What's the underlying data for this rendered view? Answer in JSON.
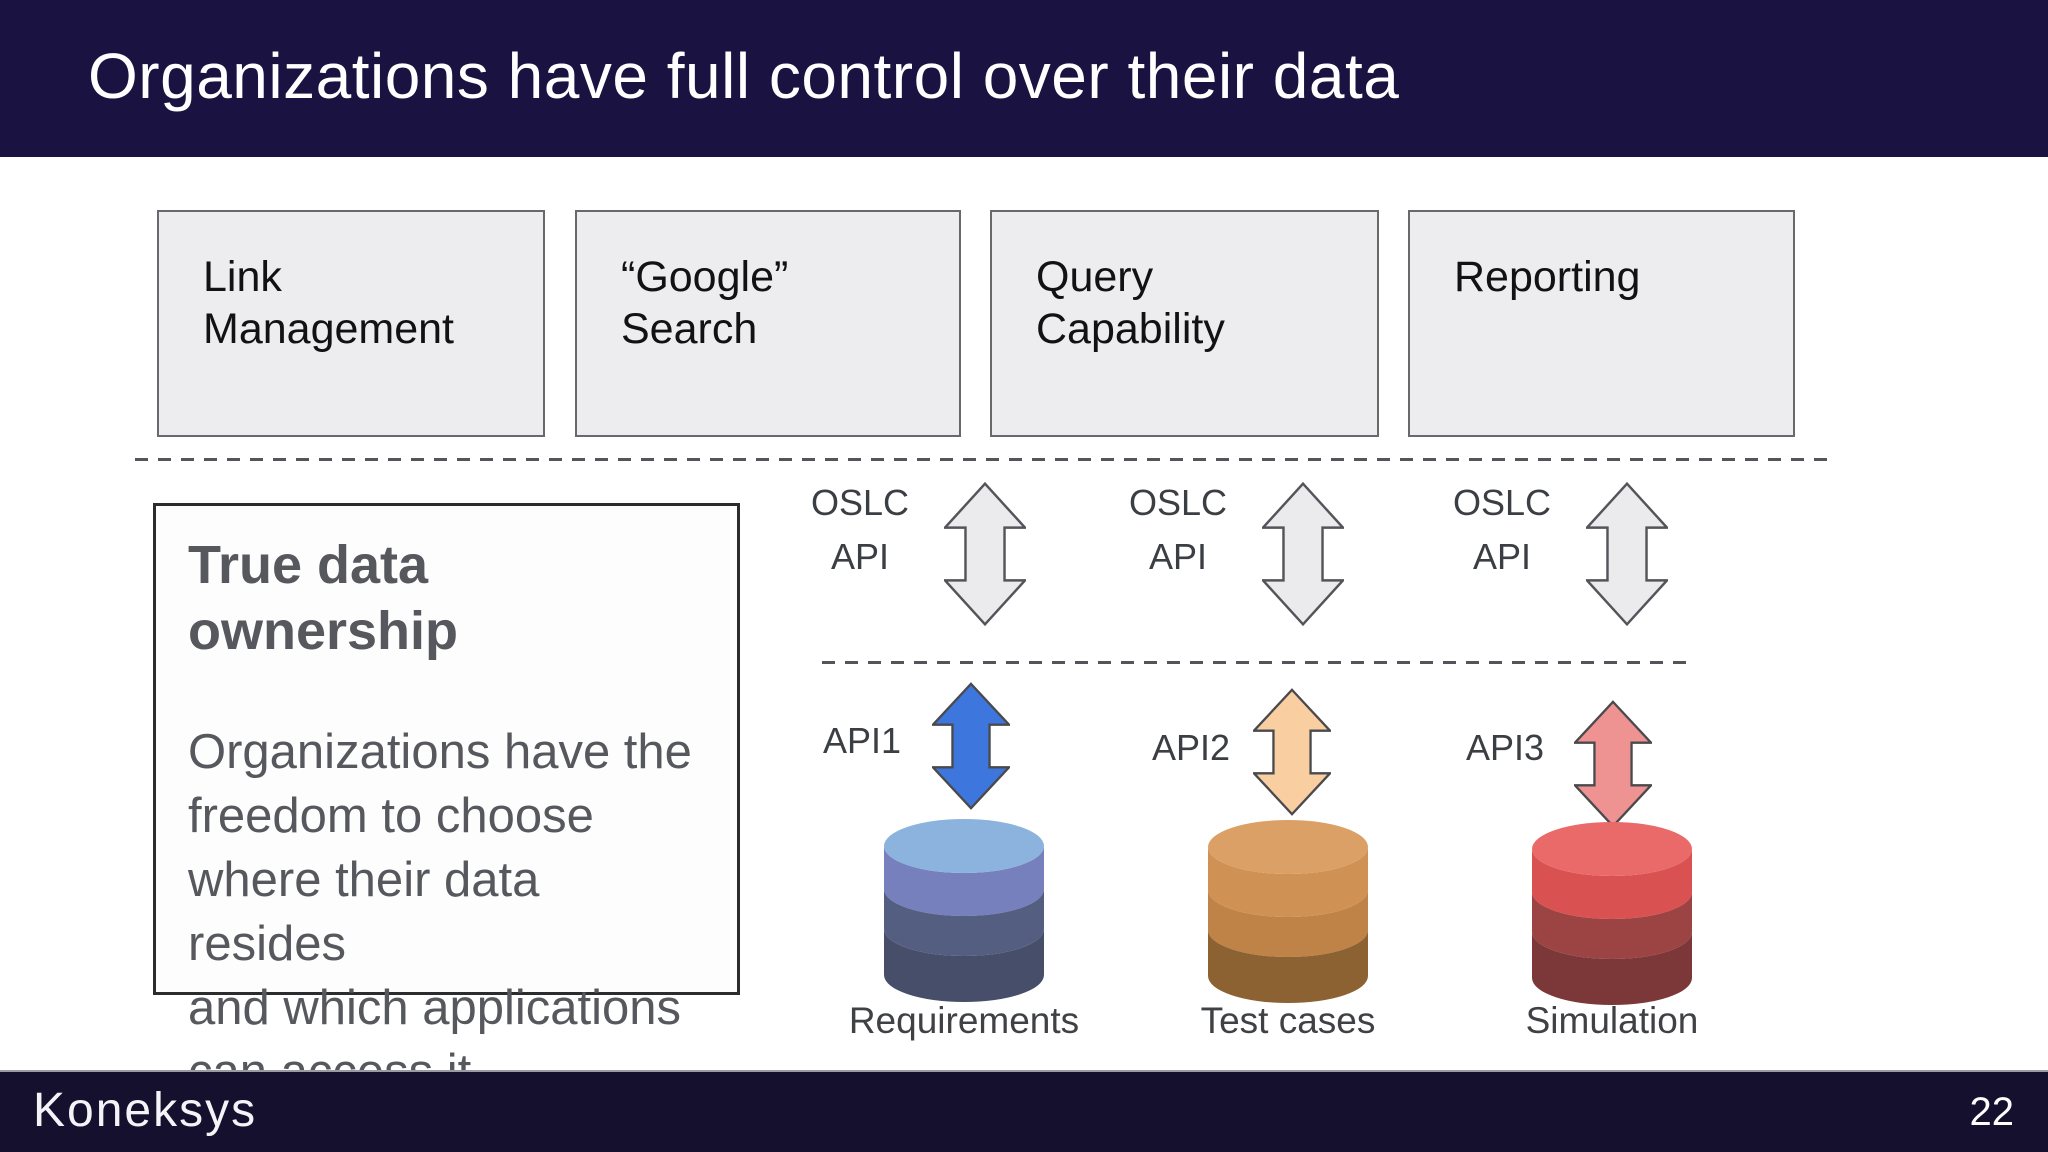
{
  "header": {
    "title": "Organizations have full control over their data",
    "background": "#1a1240"
  },
  "capability_boxes": [
    {
      "label": "Link Management"
    },
    {
      "label": "“Google” Search"
    },
    {
      "label": "Query Capability"
    },
    {
      "label": "Reporting"
    }
  ],
  "ownership_note": {
    "heading": "True data ownership",
    "body": "Organizations have the\nfreedom to choose\nwhere their data resides\nand which applications\ncan  access it."
  },
  "oslc_layer": {
    "arrow_fill": "#ebeaec",
    "arrow_stroke": "#54545a",
    "connectors": [
      {
        "line1": "OSLC",
        "line2": "API"
      },
      {
        "line1": "OSLC",
        "line2": "API"
      },
      {
        "line1": "OSLC",
        "line2": "API"
      }
    ]
  },
  "api_layer": {
    "arrow_stroke": "#4a4a4e",
    "connectors": [
      {
        "label": "API1",
        "arrow_fill": "#3d76dc"
      },
      {
        "label": "API2",
        "arrow_fill": "#f9cfa1"
      },
      {
        "label": "API3",
        "arrow_fill": "#ee9292"
      }
    ]
  },
  "databases": [
    {
      "label": "Requirements",
      "cap": "#8bb3de",
      "bands": [
        "#7580bd",
        "#545e81",
        "#474e69"
      ]
    },
    {
      "label": "Test cases",
      "cap": "#dba065",
      "bands": [
        "#d09254",
        "#bf8347",
        "#8d6233"
      ]
    },
    {
      "label": "Simulation",
      "cap": "#ea6a6a",
      "bands": [
        "#da5151",
        "#9c4444",
        "#7c3838"
      ]
    }
  ],
  "footer": {
    "logo": "Koneksys",
    "page_number": "22"
  }
}
